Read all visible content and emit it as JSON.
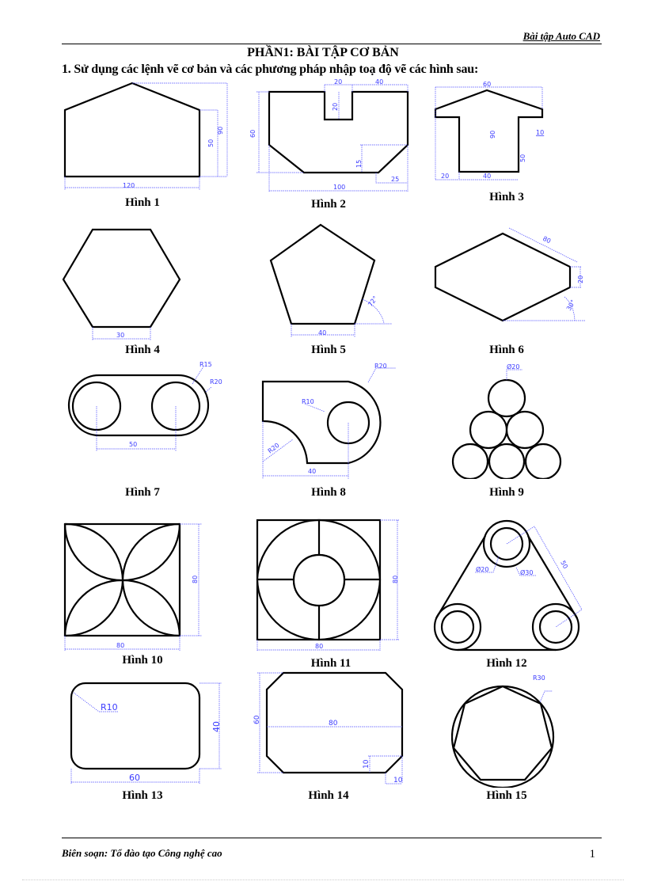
{
  "header": {
    "title": "Bài tập Auto CAD"
  },
  "section_title": "PHẦN1:  BÀI TẬP CƠ BẢN",
  "instruction": "1. Sử dụng các lệnh vẽ cơ bản và các phương pháp nhập toạ độ vẽ các hình sau:",
  "figures": [
    {
      "caption": "Hình 1",
      "dims": [
        "120",
        "50",
        "90"
      ]
    },
    {
      "caption": "Hình 2",
      "dims": [
        "20",
        "40",
        "20",
        "60",
        "15",
        "25",
        "100"
      ]
    },
    {
      "caption": "Hình 3",
      "dims": [
        "60",
        "90",
        "10",
        "50",
        "20",
        "40"
      ]
    },
    {
      "caption": "Hình 4",
      "dims": [
        "30"
      ]
    },
    {
      "caption": "Hình 5",
      "dims": [
        "40",
        "72°"
      ]
    },
    {
      "caption": "Hình 6",
      "dims": [
        "80",
        "20",
        "30°"
      ]
    },
    {
      "caption": "Hình 7",
      "dims": [
        "R15",
        "R20",
        "50"
      ]
    },
    {
      "caption": "Hình 8",
      "dims": [
        "R20",
        "R10",
        "R20",
        "40"
      ]
    },
    {
      "caption": "Hình 9",
      "dims": [
        "Ø20"
      ]
    },
    {
      "caption": "Hình 10",
      "dims": [
        "80",
        "80"
      ]
    },
    {
      "caption": "Hình 11",
      "dims": [
        "80",
        "80"
      ]
    },
    {
      "caption": "Hình 12",
      "dims": [
        "Ø20",
        "Ø30",
        "50"
      ]
    },
    {
      "caption": "Hình 13",
      "dims": [
        "R10",
        "40",
        "60"
      ]
    },
    {
      "caption": "Hình 14",
      "dims": [
        "60",
        "80",
        "10",
        "10"
      ]
    },
    {
      "caption": "Hình 15",
      "dims": [
        "R30"
      ]
    }
  ],
  "footer": {
    "author": "Biên soạn: Tổ đào tạo Công nghệ cao",
    "page_number": "1"
  },
  "colors": {
    "dimension": "#3a3aff",
    "shape": "#000000"
  }
}
